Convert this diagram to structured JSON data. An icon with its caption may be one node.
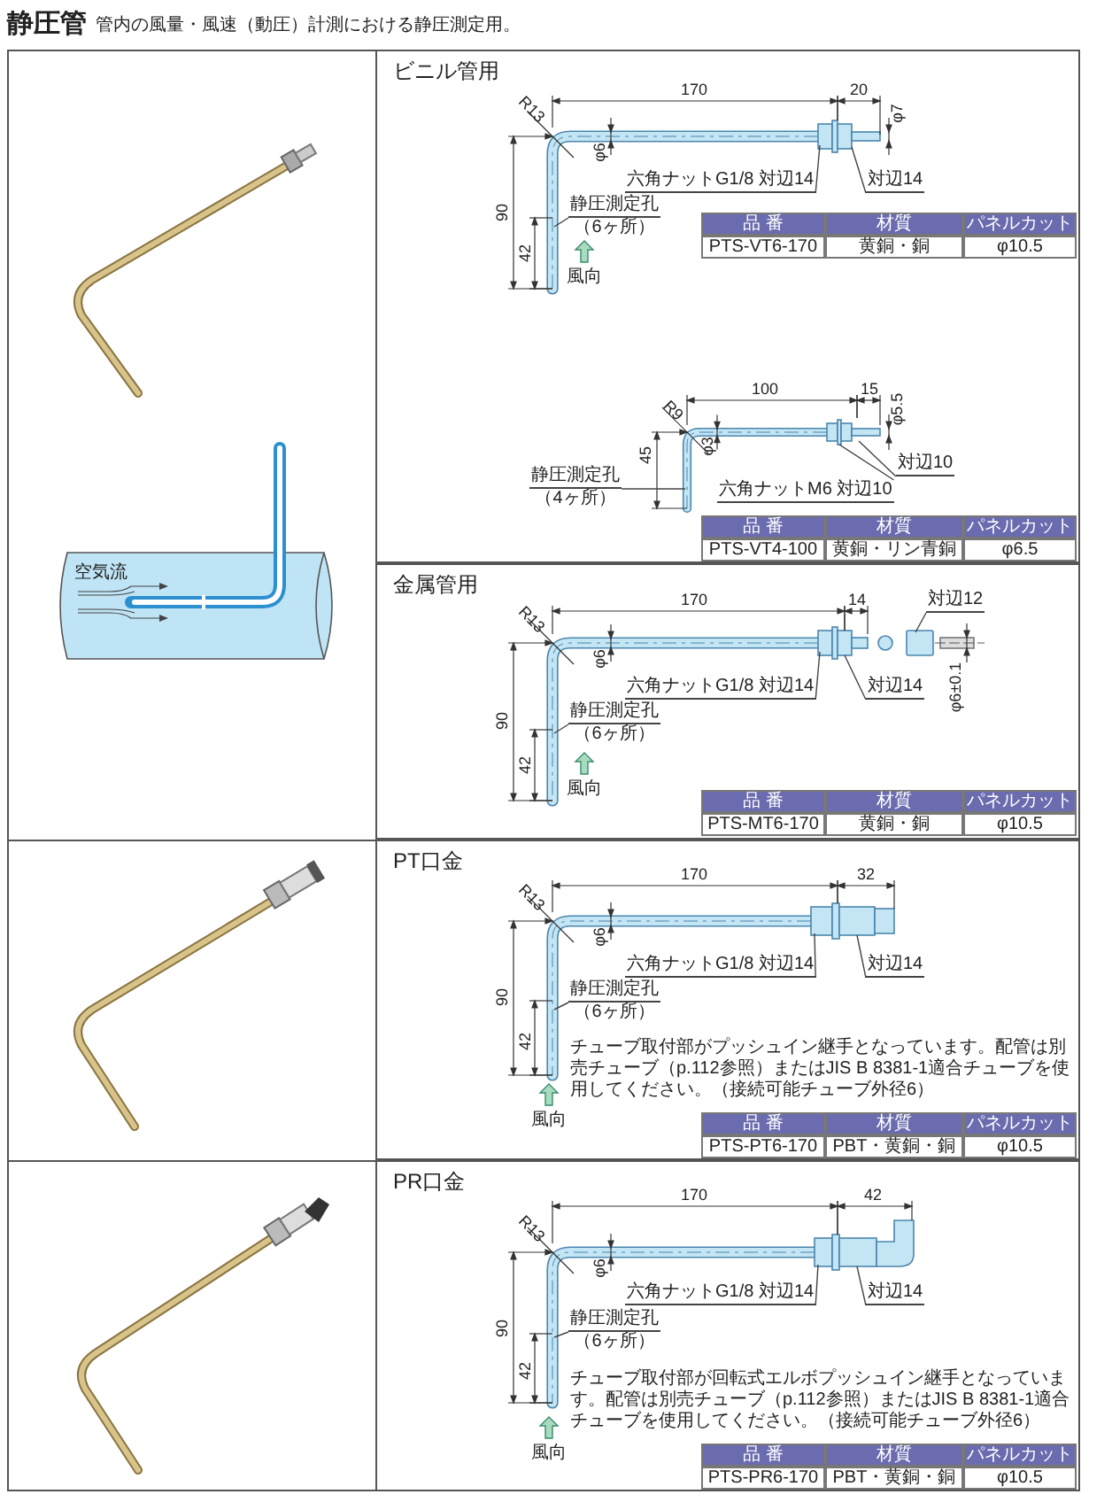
{
  "diagram": {
    "title": "静圧管",
    "nodes": [
      {
        "text": [
          "ビニル管用"
        ]
      },
      {
        "text": [
          "六角ナットG1/8 対辺14"
        ],
        "in": 0
      },
      {
        "text": [
          "対辺14"
        ],
        "in": 0
      },
      {
        "text": [
          "静圧測定孔",
          "（6ヶ所）"
        ],
        "in": 0
      },
      {
        "text": [
          "六角ナットM6 対辺10"
        ],
        "in": 0
      },
      {
        "text": [
          "対辺10"
        ],
        "in": 0
      },
      {
        "text": [
          "静圧測定孔",
          "（4ヶ所）"
        ],
        "in": 0
      },
      {
        "text": [
          "金属管用"
        ]
      },
      {
        "text": [
          "対辺12"
        ],
        "in": 7
      },
      {
        "text": [
          "六角ナットG1/8 対辺14"
        ],
        "in": 7
      },
      {
        "text": [
          "対辺14"
        ],
        "in": 7
      },
      {
        "text": [
          "静圧測定孔",
          "（6ヶ所）"
        ],
        "in": 7
      },
      {
        "text": [
          "PT口金"
        ]
      },
      {
        "text": [
          "六角ナットG1/8 対辺14"
        ],
        "in": 12
      },
      {
        "text": [
          "対辺14"
        ],
        "in": 12
      },
      {
        "text": [
          "静圧測定孔",
          "（6ヶ所）"
        ],
        "in": 12
      },
      {
        "text": [
          "PR口金"
        ]
      },
      {
        "text": [
          "六角ナットG1/8 対辺14"
        ],
        "in": 16
      },
      {
        "text": [
          "対辺14"
        ],
        "in": 16
      },
      {
        "text": [
          "静圧測定孔",
          "（6ヶ所）"
        ],
        "in": 16
      }
    ],
    "edges": [
      {
        "from": 1,
        "to": null,
        "arrow": "none"
      },
      {
        "from": 2,
        "to": null,
        "arrow": "none"
      },
      {
        "from": 3,
        "to": null,
        "arrow": "none"
      },
      {
        "from": 4,
        "to": null,
        "arrow": "none"
      },
      {
        "from": 5,
        "to": null,
        "arrow": "none"
      },
      {
        "from": 6,
        "to": null,
        "arrow": "none"
      },
      {
        "from": 8,
        "to": null,
        "arrow": "none"
      },
      {
        "from": 9,
        "to": null,
        "arrow": "none"
      },
      {
        "from": 10,
        "to": null,
        "arrow": "none"
      },
      {
        "from": 11,
        "to": null,
        "arrow": "none"
      },
      {
        "from": 13,
        "to": null,
        "arrow": "none"
      },
      {
        "from": 14,
        "to": null,
        "arrow": "none"
      },
      {
        "from": 15,
        "to": null,
        "arrow": "none"
      },
      {
        "from": 17,
        "to": null,
        "arrow": "none"
      },
      {
        "from": 18,
        "to": null,
        "arrow": "none"
      },
      {
        "from": 19,
        "to": null,
        "arrow": "none"
      }
    ],
    "labels": [
      "管内の風量・風速（動圧）計測における静圧測定用。",
      "空気流",
      "170",
      "20",
      "φ7",
      "R13",
      "φ6",
      "90",
      "42",
      "風向",
      "品 番",
      "材質",
      "パネルカット",
      "PTS-VT6-170",
      "黄銅・銅",
      "φ10.5",
      "100",
      "15",
      "φ5.5",
      "R9",
      "φ3",
      "45",
      "品 番",
      "材質",
      "パネルカット",
      "PTS-VT4-100",
      "黄銅・リン青銅",
      "φ6.5",
      "170",
      "14",
      "R13",
      "φ6",
      "φ6±0.1",
      "90",
      "42",
      "風向",
      "品 番",
      "材質",
      "パネルカット",
      "PTS-MT6-170",
      "黄銅・銅",
      "φ10.5",
      "170",
      "32",
      "R13",
      "φ6",
      "90",
      "42",
      "チューブ取付部がプッシュイン継手となっています。配管は別売チューブ（p.112参照）またはJIS B 8381-1適合チューブを使用してください。（接続可能チューブ外径6）",
      "風向",
      "品 番",
      "材質",
      "パネルカット",
      "PTS-PT6-170",
      "PBT・黄銅・銅",
      "φ10.5",
      "170",
      "42",
      "R13",
      "φ6",
      "90",
      "42",
      "チューブ取付部が回転式エルボプッシュイン継手となっています。配管は別売チューブ（p.112参照）またはJIS B 8381-1適合チューブを使用してください。（接続可能チューブ外径6）",
      "風向",
      "品 番",
      "材質",
      "パネルカット",
      "PTS-PR6-170",
      "PBT・黄銅・銅",
      "φ10.5"
    ]
  }
}
